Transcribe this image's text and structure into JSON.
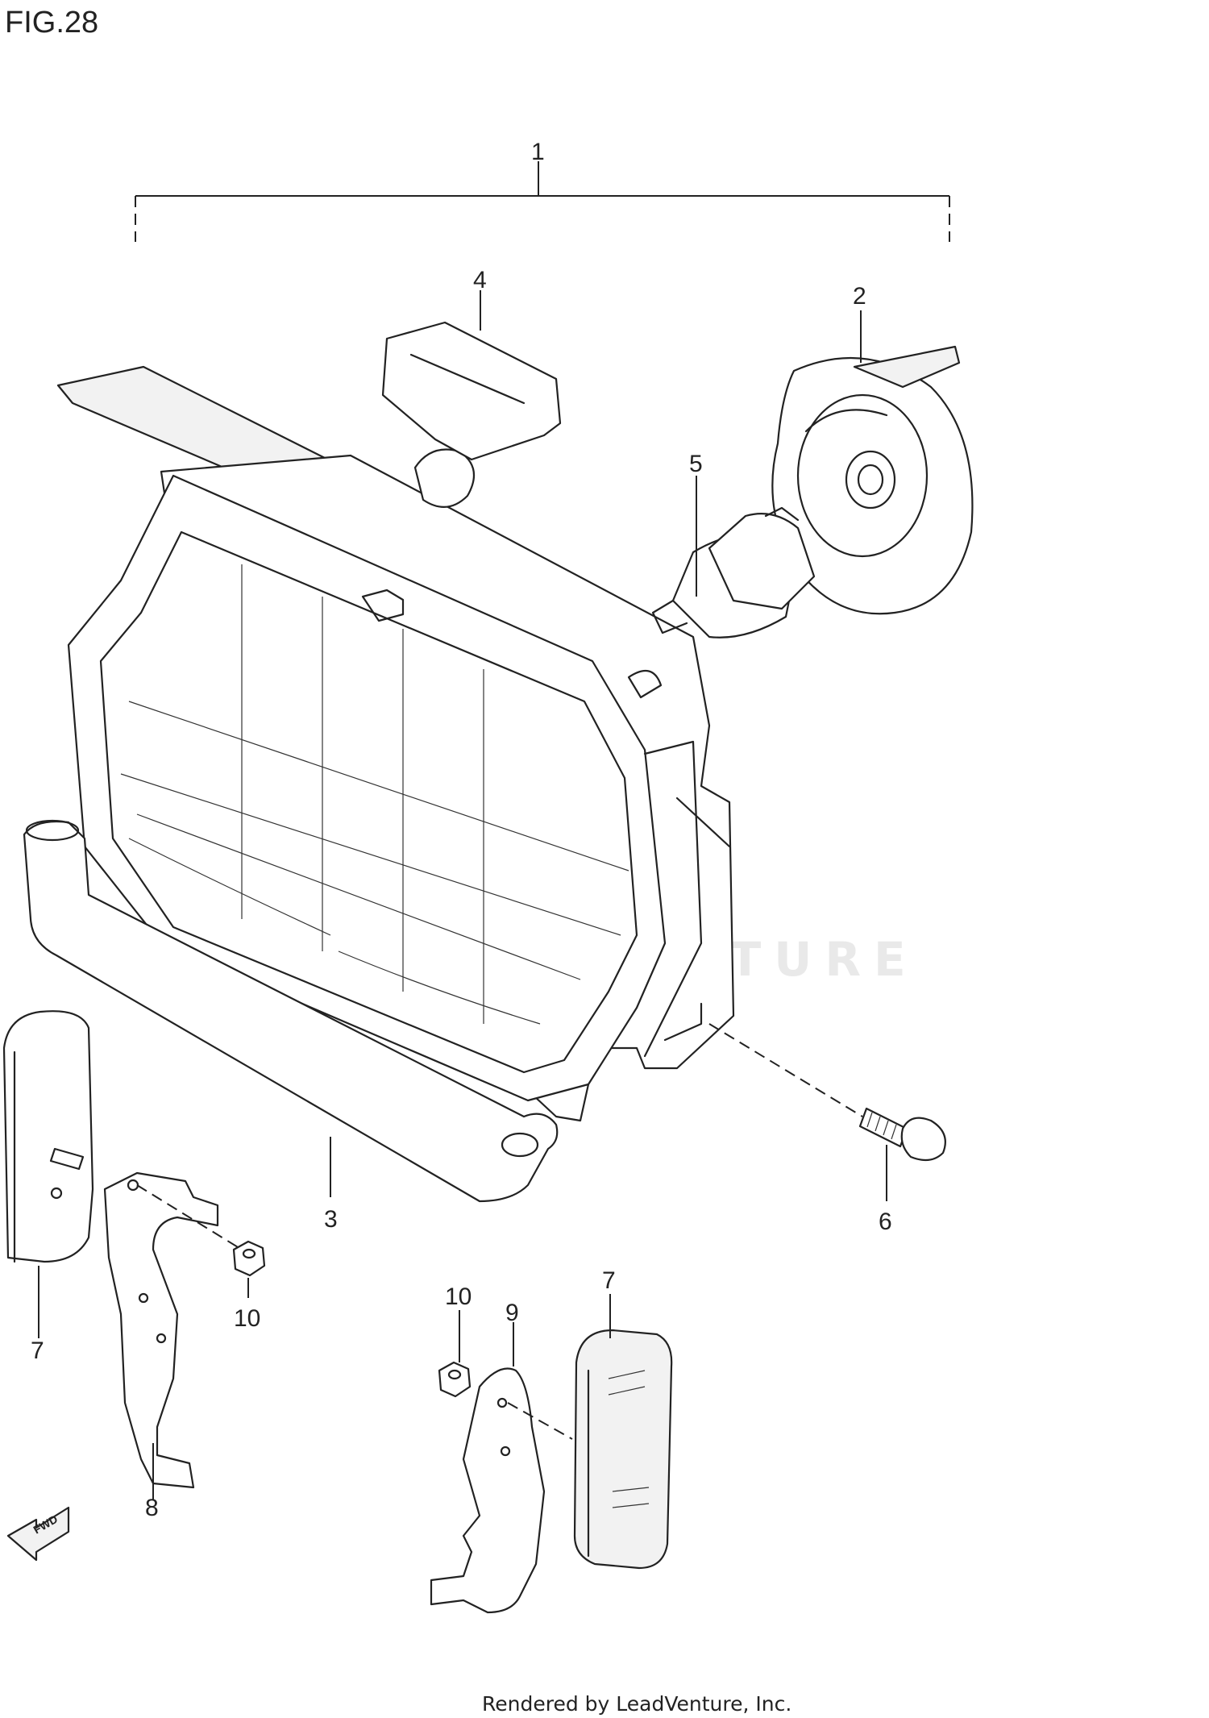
{
  "figure": {
    "title": "FIG.28",
    "callouts": {
      "assembly": "1",
      "socket": "2",
      "lower_trim": "3",
      "cover": "4",
      "bulb": "5",
      "bolt": "6",
      "reflector_left": "7",
      "bracket_left": "8",
      "bracket_right": "9",
      "nut_left": "10",
      "nut_right": "10",
      "reflector_right": "7"
    },
    "fwd_label": "FWD",
    "watermark": "LEADVENTURE",
    "footer": "Rendered by LeadVenture, Inc."
  }
}
